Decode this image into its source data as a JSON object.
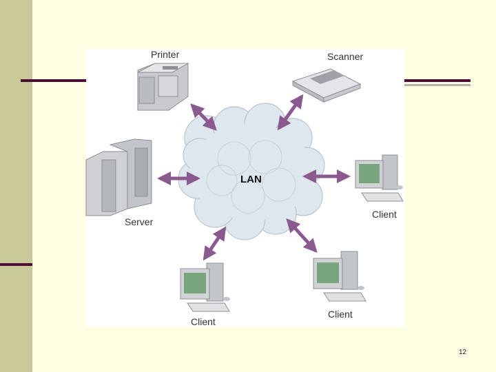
{
  "diagram": {
    "center_label": "LAN",
    "nodes": {
      "printer": "Printer",
      "scanner": "Scanner",
      "server": "Server",
      "client_right": "Client",
      "client_bottom_left": "Client",
      "client_bottom_right": "Client"
    }
  },
  "page_number": "12",
  "colors": {
    "left_bar": "#c9c899",
    "rule": "#4b0d35",
    "background": "#fefee3",
    "arrow": "#8a5a8f",
    "cloud": "#dfe7ee"
  }
}
